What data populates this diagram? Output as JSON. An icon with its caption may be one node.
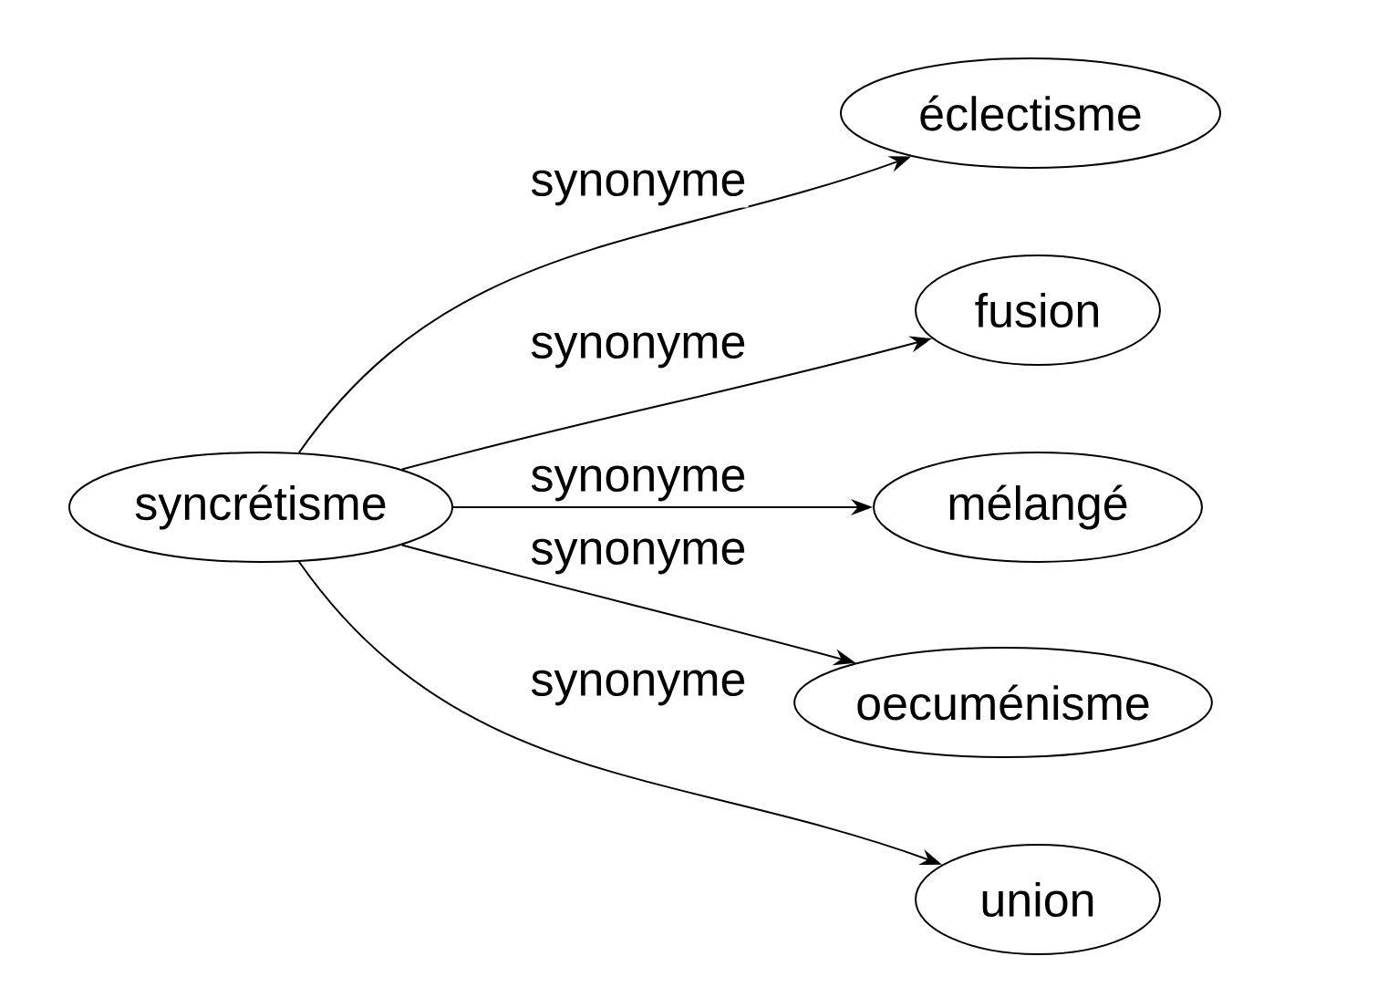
{
  "diagram": {
    "nodes": [
      {
        "text": [
          "syncrétisme"
        ]
      },
      {
        "text": [
          "éclectisme"
        ]
      },
      {
        "text": [
          "fusion"
        ]
      },
      {
        "text": [
          "mélangé"
        ]
      },
      {
        "text": [
          "oecuménisme"
        ]
      },
      {
        "text": [
          "union"
        ]
      }
    ],
    "edges": [
      {
        "from": 0,
        "to": 1,
        "arrow": "to",
        "label": "synonyme"
      },
      {
        "from": 0,
        "to": 2,
        "arrow": "to",
        "label": "synonyme"
      },
      {
        "from": 0,
        "to": 3,
        "arrow": "to",
        "label": "synonyme"
      },
      {
        "from": 0,
        "to": 4,
        "arrow": "to",
        "label": "synonyme"
      },
      {
        "from": 0,
        "to": 5,
        "arrow": "to",
        "label": "synonyme"
      }
    ]
  }
}
